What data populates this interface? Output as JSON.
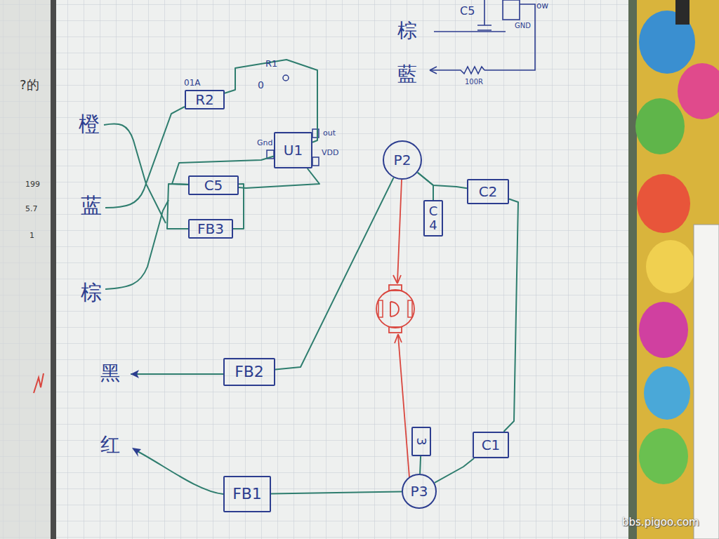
{
  "diagram": {
    "nodes": [
      {
        "text": [
          "R2"
        ]
      },
      {
        "text": [
          "U1"
        ]
      },
      {
        "text": [
          "C5"
        ]
      },
      {
        "text": [
          "FB3"
        ]
      },
      {
        "text": [
          "P2"
        ]
      },
      {
        "text": [
          "C4"
        ]
      },
      {
        "text": [
          "C2"
        ]
      },
      {
        "text": [
          "FB2"
        ]
      },
      {
        "text": [
          "3"
        ]
      },
      {
        "text": [
          "C1"
        ]
      },
      {
        "text": [
          "P3"
        ]
      },
      {
        "text": [
          "FB1"
        ]
      }
    ],
    "edges": [
      {
        "from": 0,
        "to": 1,
        "arrow": "none"
      },
      {
        "from": 2,
        "to": 1,
        "arrow": "none"
      },
      {
        "from": 2,
        "to": 1,
        "arrow": "none"
      },
      {
        "from": 2,
        "to": 3,
        "arrow": "none"
      },
      {
        "from": 2,
        "to": 3,
        "arrow": "none"
      },
      {
        "from": 7,
        "to": 4,
        "arrow": "none"
      },
      {
        "from": 4,
        "to": 5,
        "arrow": "none"
      },
      {
        "from": 4,
        "to": 6,
        "arrow": "none"
      },
      {
        "from": 6,
        "to": 9,
        "arrow": "none"
      },
      {
        "from": 9,
        "to": 10,
        "arrow": "none"
      },
      {
        "from": 8,
        "to": 10,
        "arrow": "none"
      },
      {
        "from": 11,
        "to": 10,
        "arrow": "none"
      }
    ],
    "labels": [
      "?的",
      "199",
      "5.7",
      "1",
      "C5",
      "ow",
      "棕",
      "GND",
      "藍",
      "100R",
      "01A",
      "R1",
      "0",
      "橙",
      "Gnd",
      "out",
      "VDD",
      "蓝",
      "棕",
      "黑",
      "红",
      "bbs.pigoo.com"
    ]
  }
}
